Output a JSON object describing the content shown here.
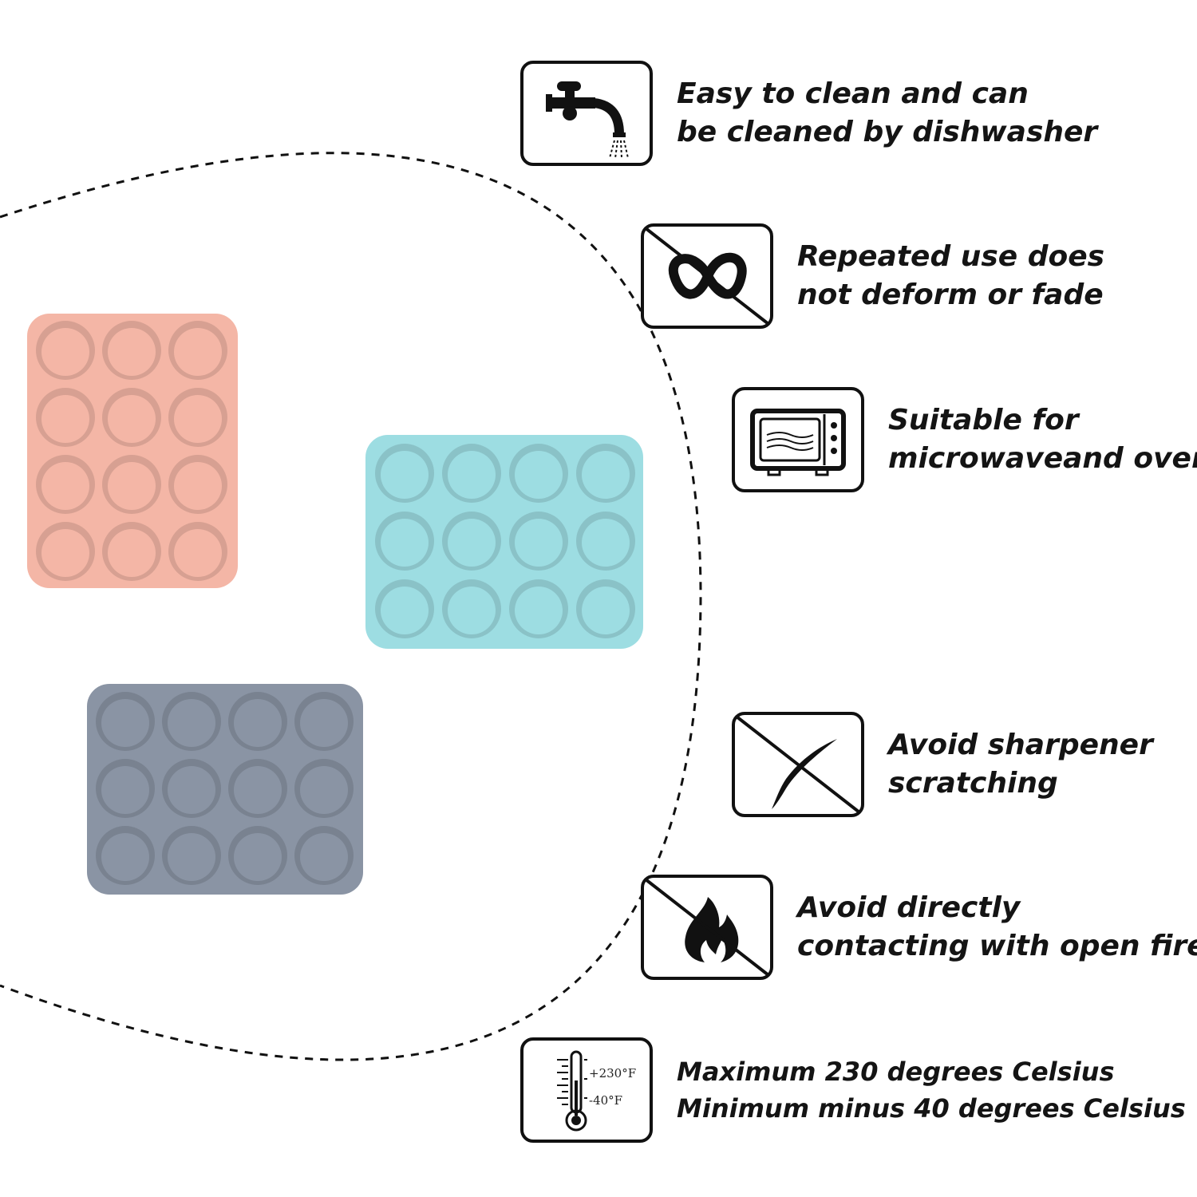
{
  "colors": {
    "pink_tray": "#f4b6a6",
    "blue_tray": "#9ddde2",
    "gray_tray": "#8a94a4",
    "icon_stroke": "#111111"
  },
  "features": [
    {
      "icon": "faucet-icon",
      "line1": "Easy to clean and can",
      "line2": "be cleaned by dishwasher"
    },
    {
      "icon": "no-deform-icon",
      "line1": "Repeated use does",
      "line2": "not deform or fade"
    },
    {
      "icon": "microwave-icon",
      "line1": "Suitable for",
      "line2": "microwaveand oven"
    },
    {
      "icon": "no-knife-icon",
      "line1": "Avoid sharpener",
      "line2": "scratching"
    },
    {
      "icon": "no-fire-icon",
      "line1": "Avoid directly",
      "line2": "contacting with open fire"
    },
    {
      "icon": "thermometer-icon",
      "line1": "Maximum 230 degrees Celsius",
      "line2": "Minimum minus 40 degrees Celsius"
    }
  ],
  "thermometer": {
    "max_label": "+230°F",
    "min_label": "-40°F"
  }
}
